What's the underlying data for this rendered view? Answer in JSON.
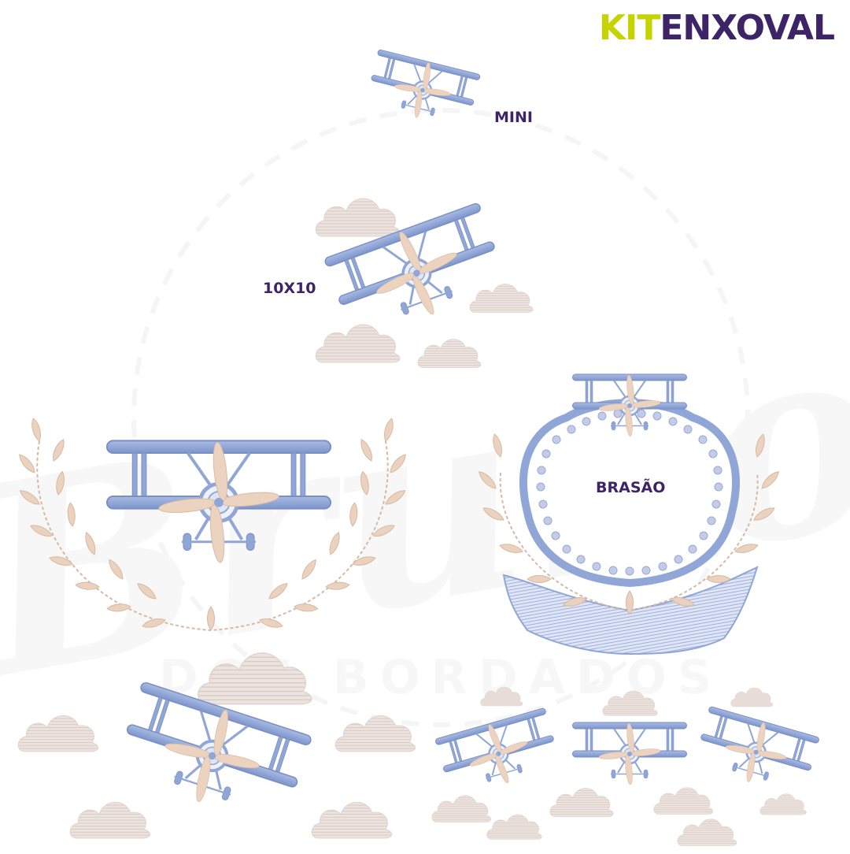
{
  "brand": {
    "part1": "KIT",
    "part2": "ENXOVAL"
  },
  "labels": {
    "mini": "MINI",
    "size": "10X10",
    "crest": "BRASÃO"
  },
  "watermark": {
    "script": "Bruno",
    "arc_text": "DOS BORDADOS"
  },
  "colors": {
    "brand_kit": "#c5d300",
    "brand_enxoval": "#3d2466",
    "plane_blue": "#8fa6d6",
    "propeller_beige": "#ebd3c0",
    "leaf_beige": "#ead2bf",
    "cloud": "#e7dcd8",
    "pearl": "#c4cbe6",
    "label": "#3d2466"
  }
}
